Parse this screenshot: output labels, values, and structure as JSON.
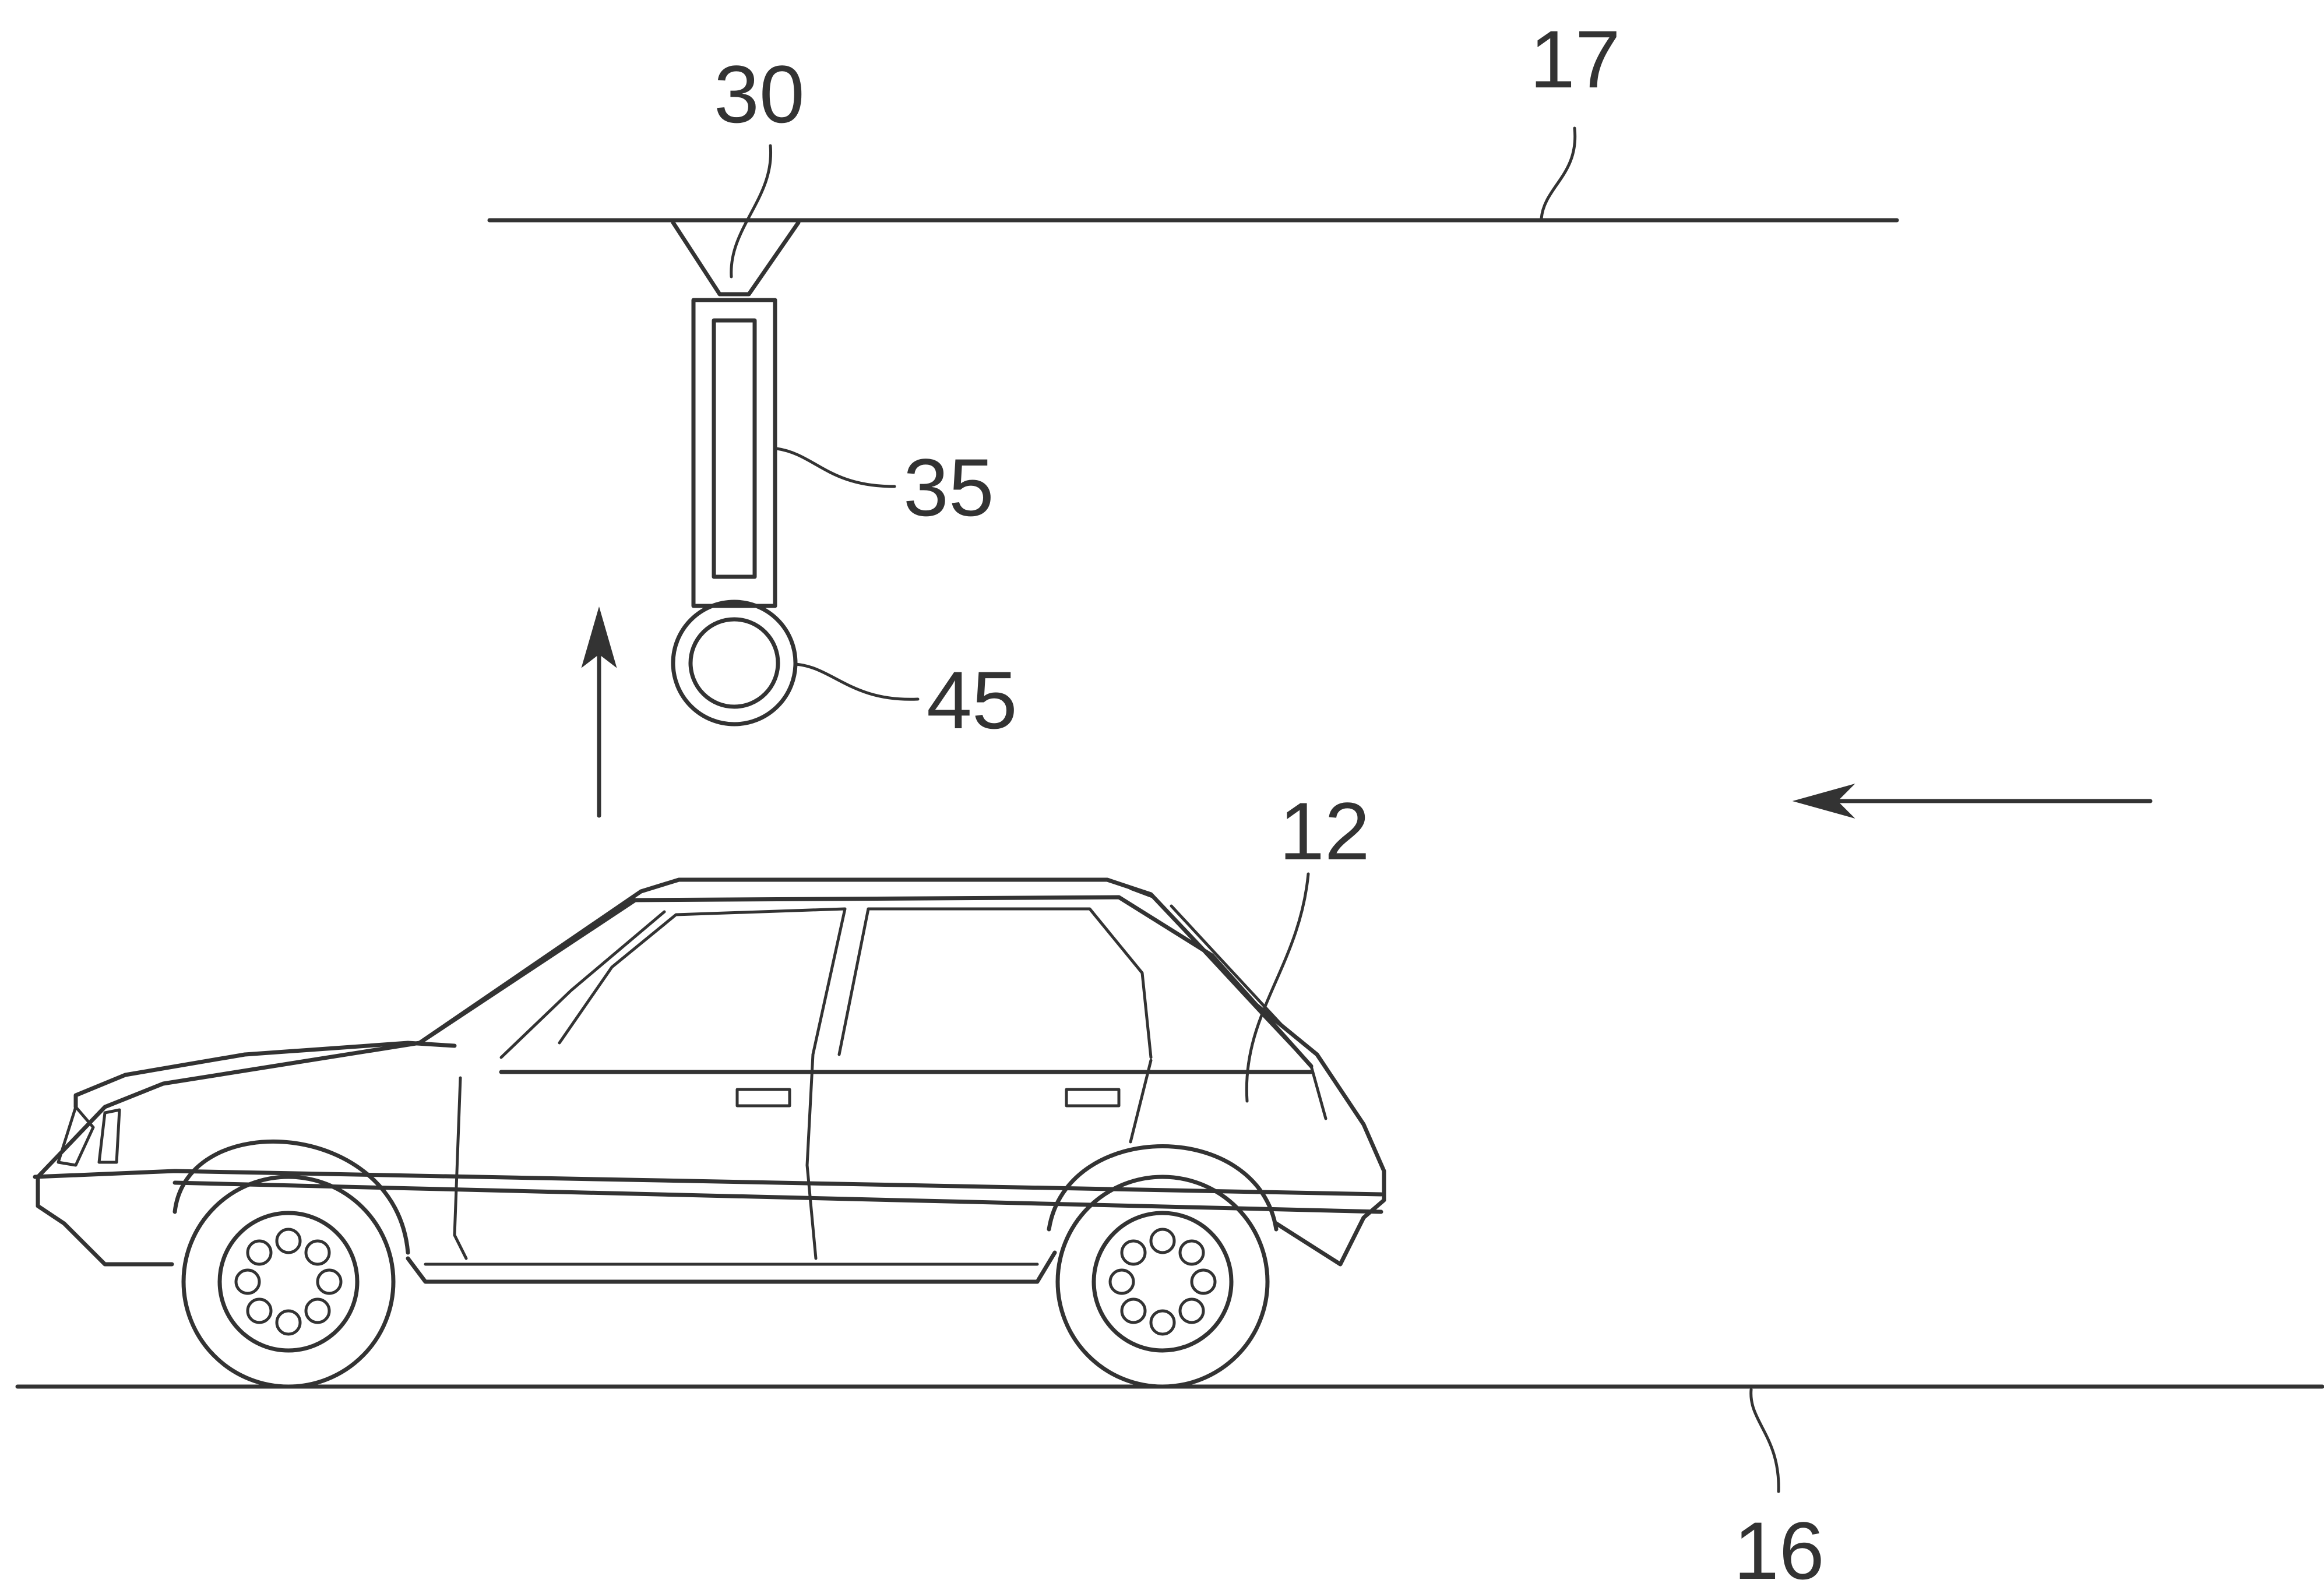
{
  "labels": {
    "ceiling": "17",
    "mount": "30",
    "housing": "35",
    "sensor": "45",
    "vehicle": "12",
    "floor": "16"
  }
}
